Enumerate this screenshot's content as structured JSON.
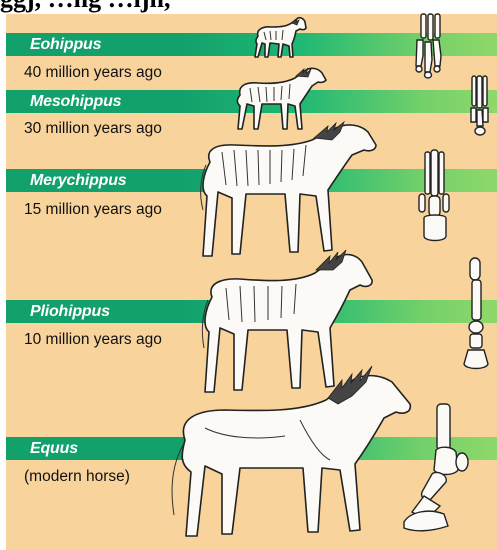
{
  "header_fragment": "ggj, …ng …ljn,",
  "stages": [
    {
      "name": "Eohippus",
      "era": "40 million years ago"
    },
    {
      "name": "Mesohippus",
      "era": "30 million years ago"
    },
    {
      "name": "Merychippus",
      "era": "15 million years ago"
    },
    {
      "name": "Pliohippus",
      "era": "10 million years ago"
    },
    {
      "name": "Equus",
      "era": "(modern horse)"
    }
  ],
  "colors": {
    "background": "#f8d39c",
    "band_dark": "#12a06b",
    "band_light": "#8fd86a",
    "band_text": "#ffffff"
  }
}
